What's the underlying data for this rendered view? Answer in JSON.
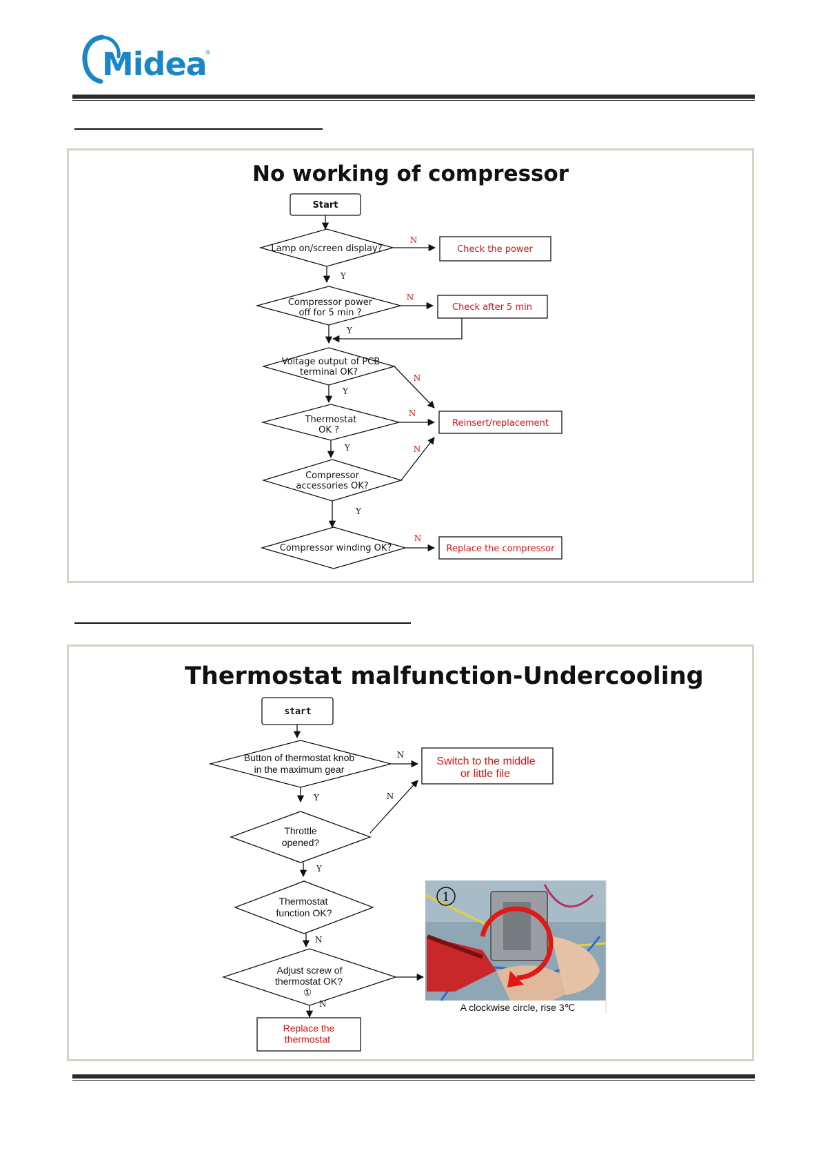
{
  "header": {
    "logo_text": "Midea"
  },
  "flow1": {
    "title": "No working of compressor",
    "start": "Start",
    "q1": "Lamp on/screen display?",
    "q2_line1": "Compressor power",
    "q2_line2": "off for 5 min ?",
    "q3_line1": "Voltage output of PCB",
    "q3_line2": "terminal OK?",
    "q4_line1": "Thermostat",
    "q4_line2": "OK ?",
    "q5_line1": "Compressor",
    "q5_line2": "accessories OK?",
    "q6": "Compressor winding OK?",
    "a1": "Check the power",
    "a2": "Check after 5 min",
    "a3": "Reinsert/replacement",
    "a4": "Replace the compressor",
    "yes": "Y",
    "no": "N"
  },
  "flow2": {
    "title": "Thermostat malfunction-Undercooling",
    "start": "start",
    "q1_line1": "Button of thermostat knob",
    "q1_line2": "in the maximum gear",
    "q2_line1": "Throttle",
    "q2_line2": "opened?",
    "q3_line1": "Thermostat",
    "q3_line2": "function OK?",
    "q4_line1": "Adjust screw of",
    "q4_line2": "thermostat OK?",
    "q4_marker": "①",
    "a1_line1": "Switch to the middle",
    "a1_line2": "or little file",
    "a2_line1": "Replace the",
    "a2_line2": "thermostat",
    "photo_marker": "1",
    "photo_caption": "A clockwise circle, rise 3℃",
    "yes": "Y",
    "no": "N"
  }
}
